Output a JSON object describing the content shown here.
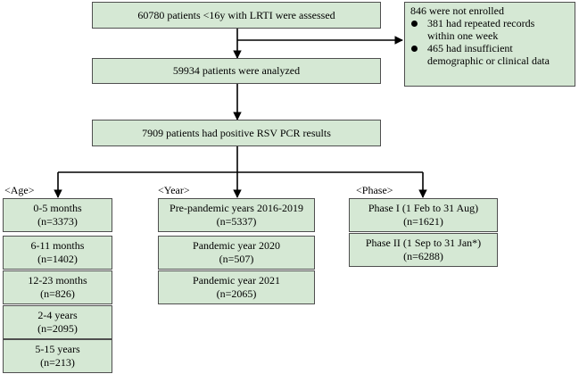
{
  "flow": {
    "assessed": "60780 patients <16y with LRTI were assessed",
    "analyzed": "59934 patients were analyzed",
    "positive": "7909 patients had positive RSV PCR results"
  },
  "excluded": {
    "title": "846 were not enrolled",
    "items": [
      [
        "381 had repeated records",
        "within one week"
      ],
      [
        "465 had insufficient",
        "demographic  or clinical data"
      ]
    ]
  },
  "groups": {
    "age": {
      "label": "<Age>",
      "boxes": [
        [
          "0-5 months",
          "(n=3373)"
        ],
        [
          "6-11 months",
          "(n=1402)"
        ],
        [
          "12-23 months",
          "(n=826)"
        ],
        [
          "2-4 years",
          "(n=2095)"
        ],
        [
          "5-15 years",
          "(n=213)"
        ]
      ]
    },
    "year": {
      "label": "<Year>",
      "boxes": [
        [
          "Pre-pandemic  years 2016-2019",
          "(n=5337)"
        ],
        [
          "Pandemic year 2020",
          "(n=507)"
        ],
        [
          "Pandemic year 2021",
          "(n=2065)"
        ]
      ]
    },
    "phase": {
      "label": "<Phase>",
      "boxes": [
        [
          "Phase I (1 Feb to 31 Aug)",
          "(n=1621)"
        ],
        [
          "Phase II  (1 Sep to 31 Jan*)",
          "(n=6288)"
        ]
      ]
    }
  }
}
